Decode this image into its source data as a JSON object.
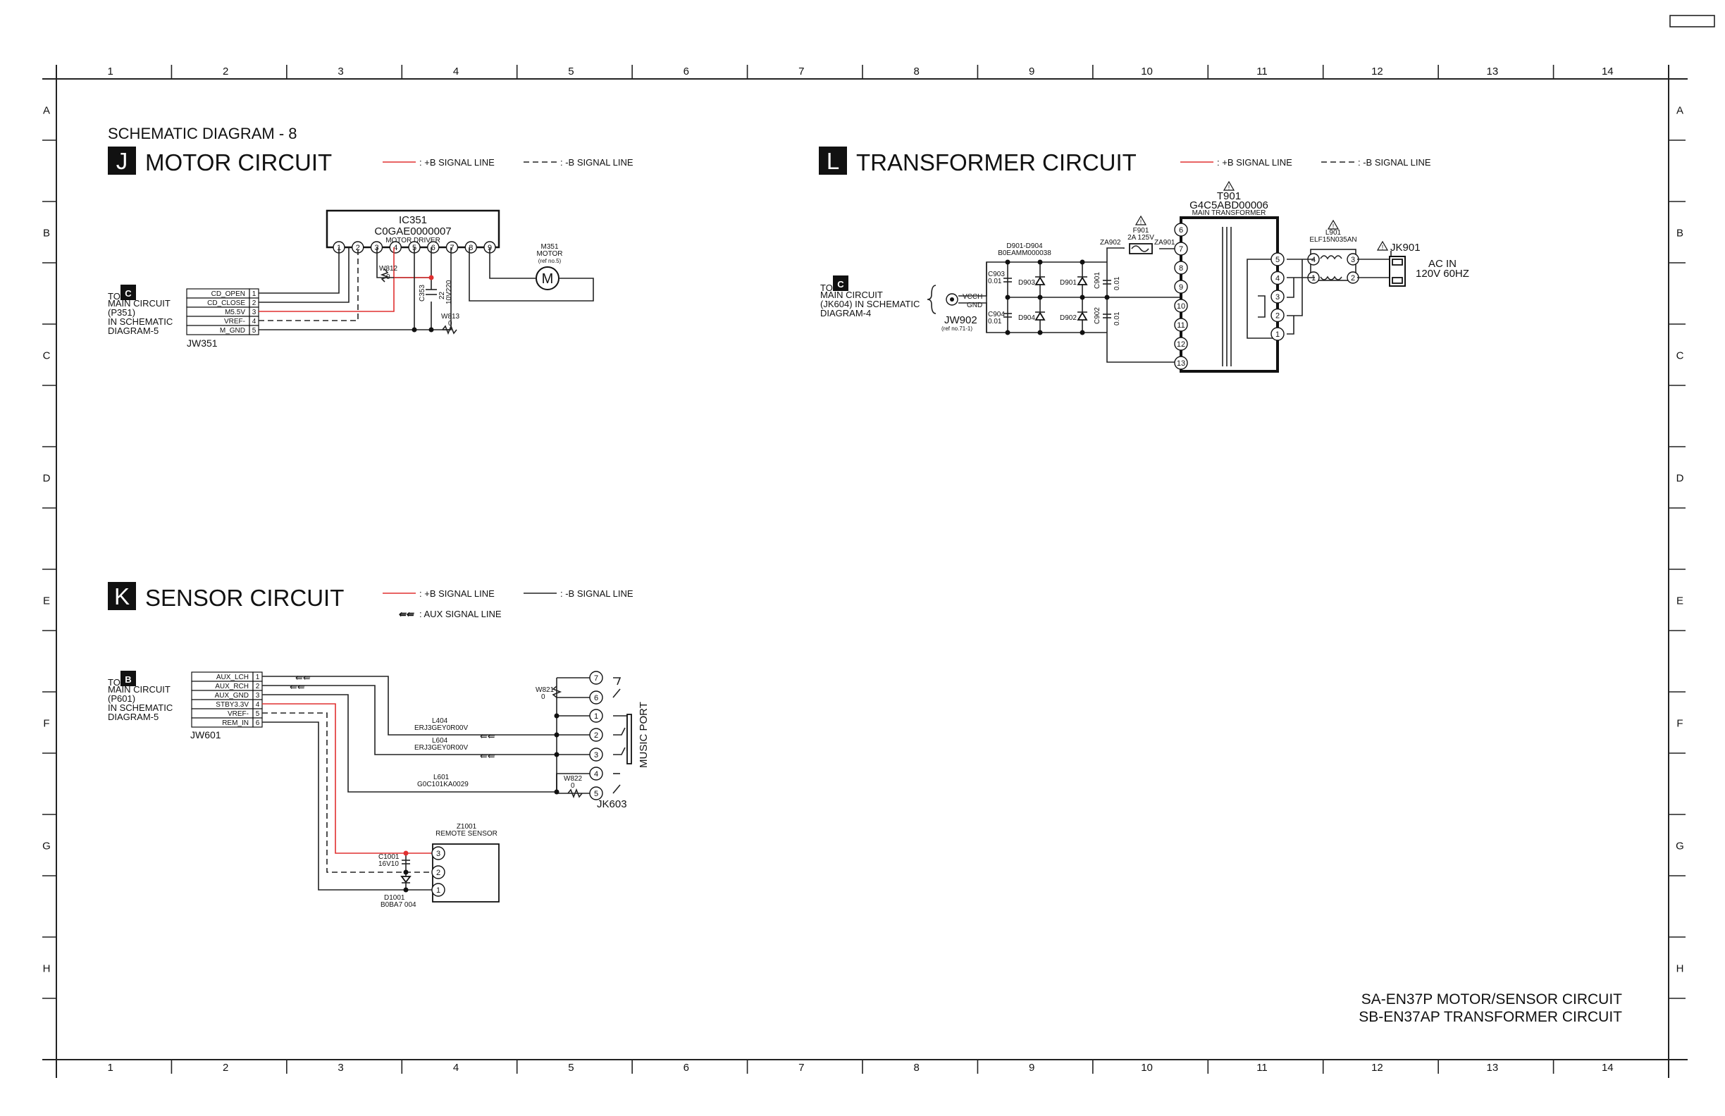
{
  "sheet": {
    "title": "SCHEMATIC DIAGRAM - 8",
    "columns": [
      "1",
      "2",
      "3",
      "4",
      "5",
      "6",
      "7",
      "8",
      "9",
      "10",
      "11",
      "12",
      "13",
      "14"
    ],
    "rows": [
      "A",
      "B",
      "C",
      "D",
      "E",
      "F",
      "G",
      "H"
    ],
    "footer_line1": "SA-EN37P MOTOR/SENSOR CIRCUIT",
    "footer_line2": "SB-EN37AP TRANSFORMER CIRCUIT"
  },
  "legend": {
    "pos": ": +B SIGNAL LINE",
    "neg": ": -B SIGNAL LINE",
    "aux": ": AUX SIGNAL LINE"
  },
  "motor": {
    "badge": "J",
    "title": "MOTOR CIRCUIT",
    "ic_ref": "IC351",
    "ic_part": "C0GAE0000007",
    "ic_desc": "MOTOR DRIVER",
    "ic_pins": [
      "1",
      "2",
      "3",
      "4",
      "5",
      "6",
      "7",
      "8",
      "9"
    ],
    "motor_ref": "M351",
    "motor_desc": "MOTOR",
    "motor_note": "(ref no.5)",
    "motor_symbol": "M",
    "to_badge": "C",
    "to_text": "TO",
    "to_lines": [
      "MAIN CIRCUIT",
      "(P351)",
      "IN SCHEMATIC",
      "DIAGRAM-5"
    ],
    "conn_ref": "JW351",
    "conn_pins": [
      {
        "name": "CD_OPEN",
        "no": "1"
      },
      {
        "name": "CD_CLOSE",
        "no": "2"
      },
      {
        "name": "M5.5V",
        "no": "3"
      },
      {
        "name": "VREF-",
        "no": "4"
      },
      {
        "name": "M_GND",
        "no": "5"
      }
    ],
    "w812_ref": "W812",
    "w812_val": "0",
    "c353_ref": "C353",
    "c353_val1": "22",
    "c353_val2": "10V220",
    "w813_ref": "W813",
    "w813_val": "0"
  },
  "sensor": {
    "badge": "K",
    "title": "SENSOR CIRCUIT",
    "to_badge": "B",
    "to_text": "TO",
    "to_lines": [
      "MAIN CIRCUIT",
      "(P601)",
      "IN SCHEMATIC",
      "DIAGRAM-5"
    ],
    "conn_ref": "JW601",
    "conn_pins": [
      {
        "name": "AUX_LCH",
        "no": "1"
      },
      {
        "name": "AUX_RCH",
        "no": "2"
      },
      {
        "name": "AUX_GND",
        "no": "3"
      },
      {
        "name": "STBY3.3V",
        "no": "4"
      },
      {
        "name": "VREF-",
        "no": "5"
      },
      {
        "name": "REM_IN",
        "no": "6"
      }
    ],
    "l404_ref": "L404",
    "l404_part": "ERJ3GEY0R00V",
    "l604_ref": "L604",
    "l604_part": "ERJ3GEY0R00V",
    "l601_ref": "L601",
    "l601_part": "G0C101KA0029",
    "w821_ref": "W821",
    "w821_val": "0",
    "w822_ref": "W822",
    "w822_val": "0",
    "jack_ref": "JK603",
    "jack_pins": [
      "7",
      "6",
      "1",
      "2",
      "3",
      "4",
      "5"
    ],
    "jack_label": "MUSIC PORT",
    "sensor_ref": "Z1001",
    "sensor_desc": "REMOTE SENSOR",
    "sensor_pins": [
      "3",
      "2",
      "1"
    ],
    "c1001_ref": "C1001",
    "c1001_val": "16V10",
    "d1001_ref": "D1001",
    "d1001_part": "B0BA7 004"
  },
  "transformer": {
    "badge": "L",
    "title": "TRANSFORMER CIRCUIT",
    "to_badge": "C",
    "to_text": "TO",
    "to_lines": [
      "MAIN CIRCUIT",
      "(JK604) IN SCHEMATIC",
      "DIAGRAM-4"
    ],
    "vcch": "VCCH",
    "gnd": "GND",
    "conn_ref": "JW902",
    "conn_note": "(ref no.71-1)",
    "diodes_ref": "D901-D904",
    "diodes_part": "B0EAMM000038",
    "c903": "C903",
    "c903_val": "0.01",
    "c904": "C904",
    "c904_val": "0.01",
    "c901": "C901",
    "c901_val": "0.01",
    "c902": "C902",
    "c902_val": "0.01",
    "d901": "D901",
    "d902": "D902",
    "d903": "D903",
    "d904": "D904",
    "za902": "ZA902",
    "za901": "ZA901",
    "fuse_ref": "F901",
    "fuse_val": "2A 125V",
    "t_ref": "T901",
    "t_part": "G4C5ABD00006",
    "t_desc": "MAIN TRANSFORMER",
    "sec_pins": [
      "6",
      "7",
      "8",
      "9",
      "10",
      "11",
      "12",
      "13"
    ],
    "pri_pins": [
      "5",
      "4",
      "3",
      "2",
      "1"
    ],
    "filter_ref": "L901",
    "filter_part": "ELF15N035AN",
    "filter_pins": [
      "4",
      "3",
      "1",
      "2"
    ],
    "jack_ref": "JK901",
    "ac_line1": "AC IN",
    "ac_line2": "120V 60HZ",
    "warn": "!"
  }
}
